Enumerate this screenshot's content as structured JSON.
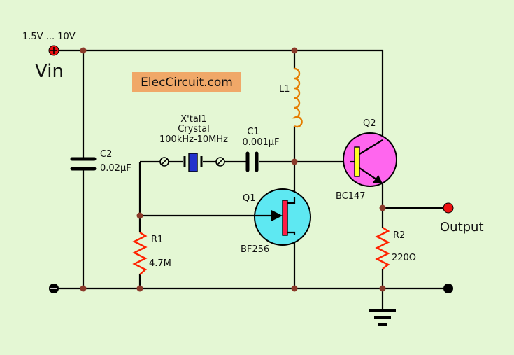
{
  "supply": {
    "range": "1.5V ... 10V",
    "label": "Vin"
  },
  "brand": {
    "text": "ElecCircuit.com",
    "bg": "#f0a868"
  },
  "crystal": {
    "name": "X'tal1",
    "type": "Crystal",
    "freq": "100kHz-10MHz",
    "color": "#2233cc"
  },
  "c1": {
    "name": "C1",
    "value": "0.001µF"
  },
  "c2": {
    "name": "C2",
    "value": "0.02µF"
  },
  "l1": {
    "name": "L1",
    "color": "#e57c00"
  },
  "q1": {
    "name": "Q1",
    "part": "BF256",
    "fill": "#5ee8f2"
  },
  "q2": {
    "name": "Q2",
    "part": "BC147",
    "fill": "#ff66ee"
  },
  "r1": {
    "name": "R1",
    "value": "4.7M"
  },
  "r2": {
    "name": "R2",
    "value": "220Ω"
  },
  "output": {
    "label": "Output"
  },
  "colors": {
    "wire": "#000000",
    "node": "#8b3a2a",
    "resistor": "#ff2200",
    "terminal": "#ee1111"
  }
}
